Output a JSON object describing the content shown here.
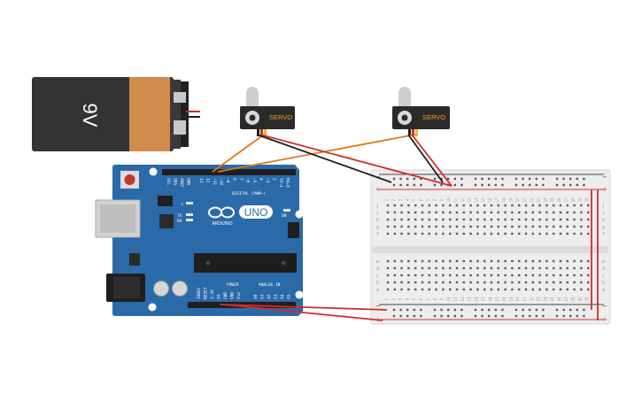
{
  "battery": {
    "label": "9V",
    "colors": {
      "body": "#333333",
      "label_band": "#d08c4e",
      "terminal": "#222222"
    }
  },
  "servos": [
    {
      "label": "SERVO"
    },
    {
      "label": "SERVO"
    }
  ],
  "servo_colors": {
    "body": "#2a2a2a",
    "label": "#f0a020",
    "horn": "#cfcfcf"
  },
  "arduino": {
    "board_color": "#2b6aa8",
    "logo_text": "UNO",
    "brand_text": "ARDUINO",
    "digital_header_label": "DIGITAL (PWM~)",
    "power_header_label": "POWER",
    "analog_header_label": "ANALOG IN",
    "aref_labels": [
      "SCL",
      "SDA",
      "AREF",
      "GND"
    ],
    "digital_pins": [
      "13",
      "12",
      "~11",
      "~10",
      "~9",
      "8",
      "7",
      "~6",
      "~5",
      "4",
      "~3",
      "2",
      "TX→1",
      "RX←0"
    ],
    "power_pins": [
      "IOREF",
      "RESET",
      "3.3V",
      "5V",
      "GND",
      "GND",
      "Vin"
    ],
    "analog_pins": [
      "A0",
      "A1",
      "A2",
      "A3",
      "A4",
      "A5"
    ],
    "led_labels": [
      "L",
      "TX",
      "RX"
    ],
    "on_label": "ON"
  },
  "breadboard": {
    "top_rows": [
      "j",
      "i",
      "h",
      "g",
      "f"
    ],
    "bottom_rows": [
      "e",
      "d",
      "c",
      "b",
      "a"
    ],
    "column_count": 30,
    "rail_labels": {
      "plus": "+",
      "minus": "−"
    },
    "colors": {
      "body": "#ededed",
      "rail_red": "#d93030",
      "rail_black": "#444444"
    }
  },
  "wire_colors": {
    "red": "#d42a2a",
    "black": "#1e1e1e",
    "orange": "#e07a10"
  }
}
